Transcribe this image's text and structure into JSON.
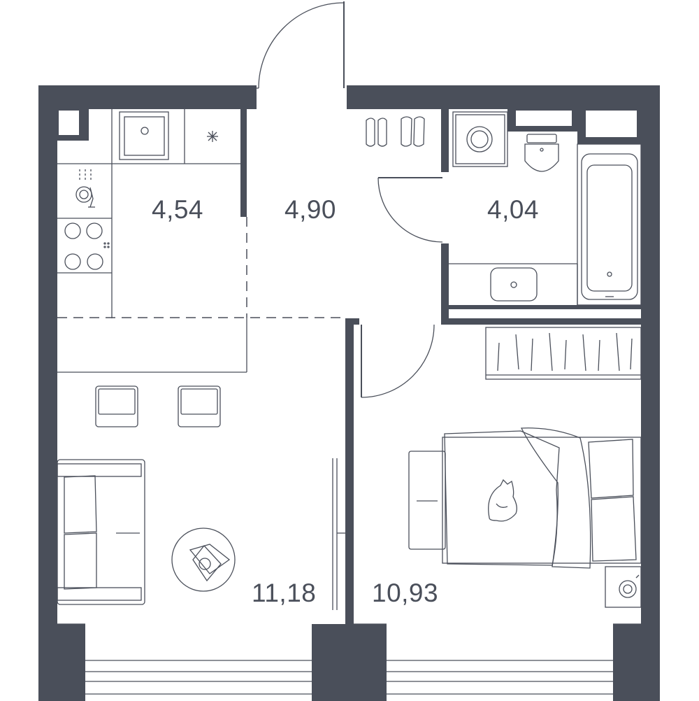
{
  "plan": {
    "wall_color": "#4a4f5a",
    "background_color": "#ffffff",
    "rooms": {
      "kitchen": {
        "area": "4,54"
      },
      "hall": {
        "area": "4,90"
      },
      "bathroom": {
        "area": "4,04"
      },
      "living": {
        "area": "11,18"
      },
      "bedroom": {
        "area": "10,93"
      }
    },
    "icons": {
      "sink": "kitchen-sink-icon",
      "fridge": "snowflake-icon",
      "dishwasher": "dishwasher-icon",
      "hob": "stove-icon",
      "shoes": "shoes-icon",
      "washer": "washing-machine-icon",
      "toilet": "toilet-icon",
      "bathtub": "bathtub-icon",
      "basin": "washbasin-icon",
      "wardrobe": "wardrobe-icon",
      "bed": "double-bed-icon",
      "cat": "cat-icon",
      "sofa": "sofa-icon",
      "table": "coffee-table-icon",
      "chairs": "chair-icon",
      "mirror": "mirror-icon",
      "fan": "fan-icon"
    }
  }
}
